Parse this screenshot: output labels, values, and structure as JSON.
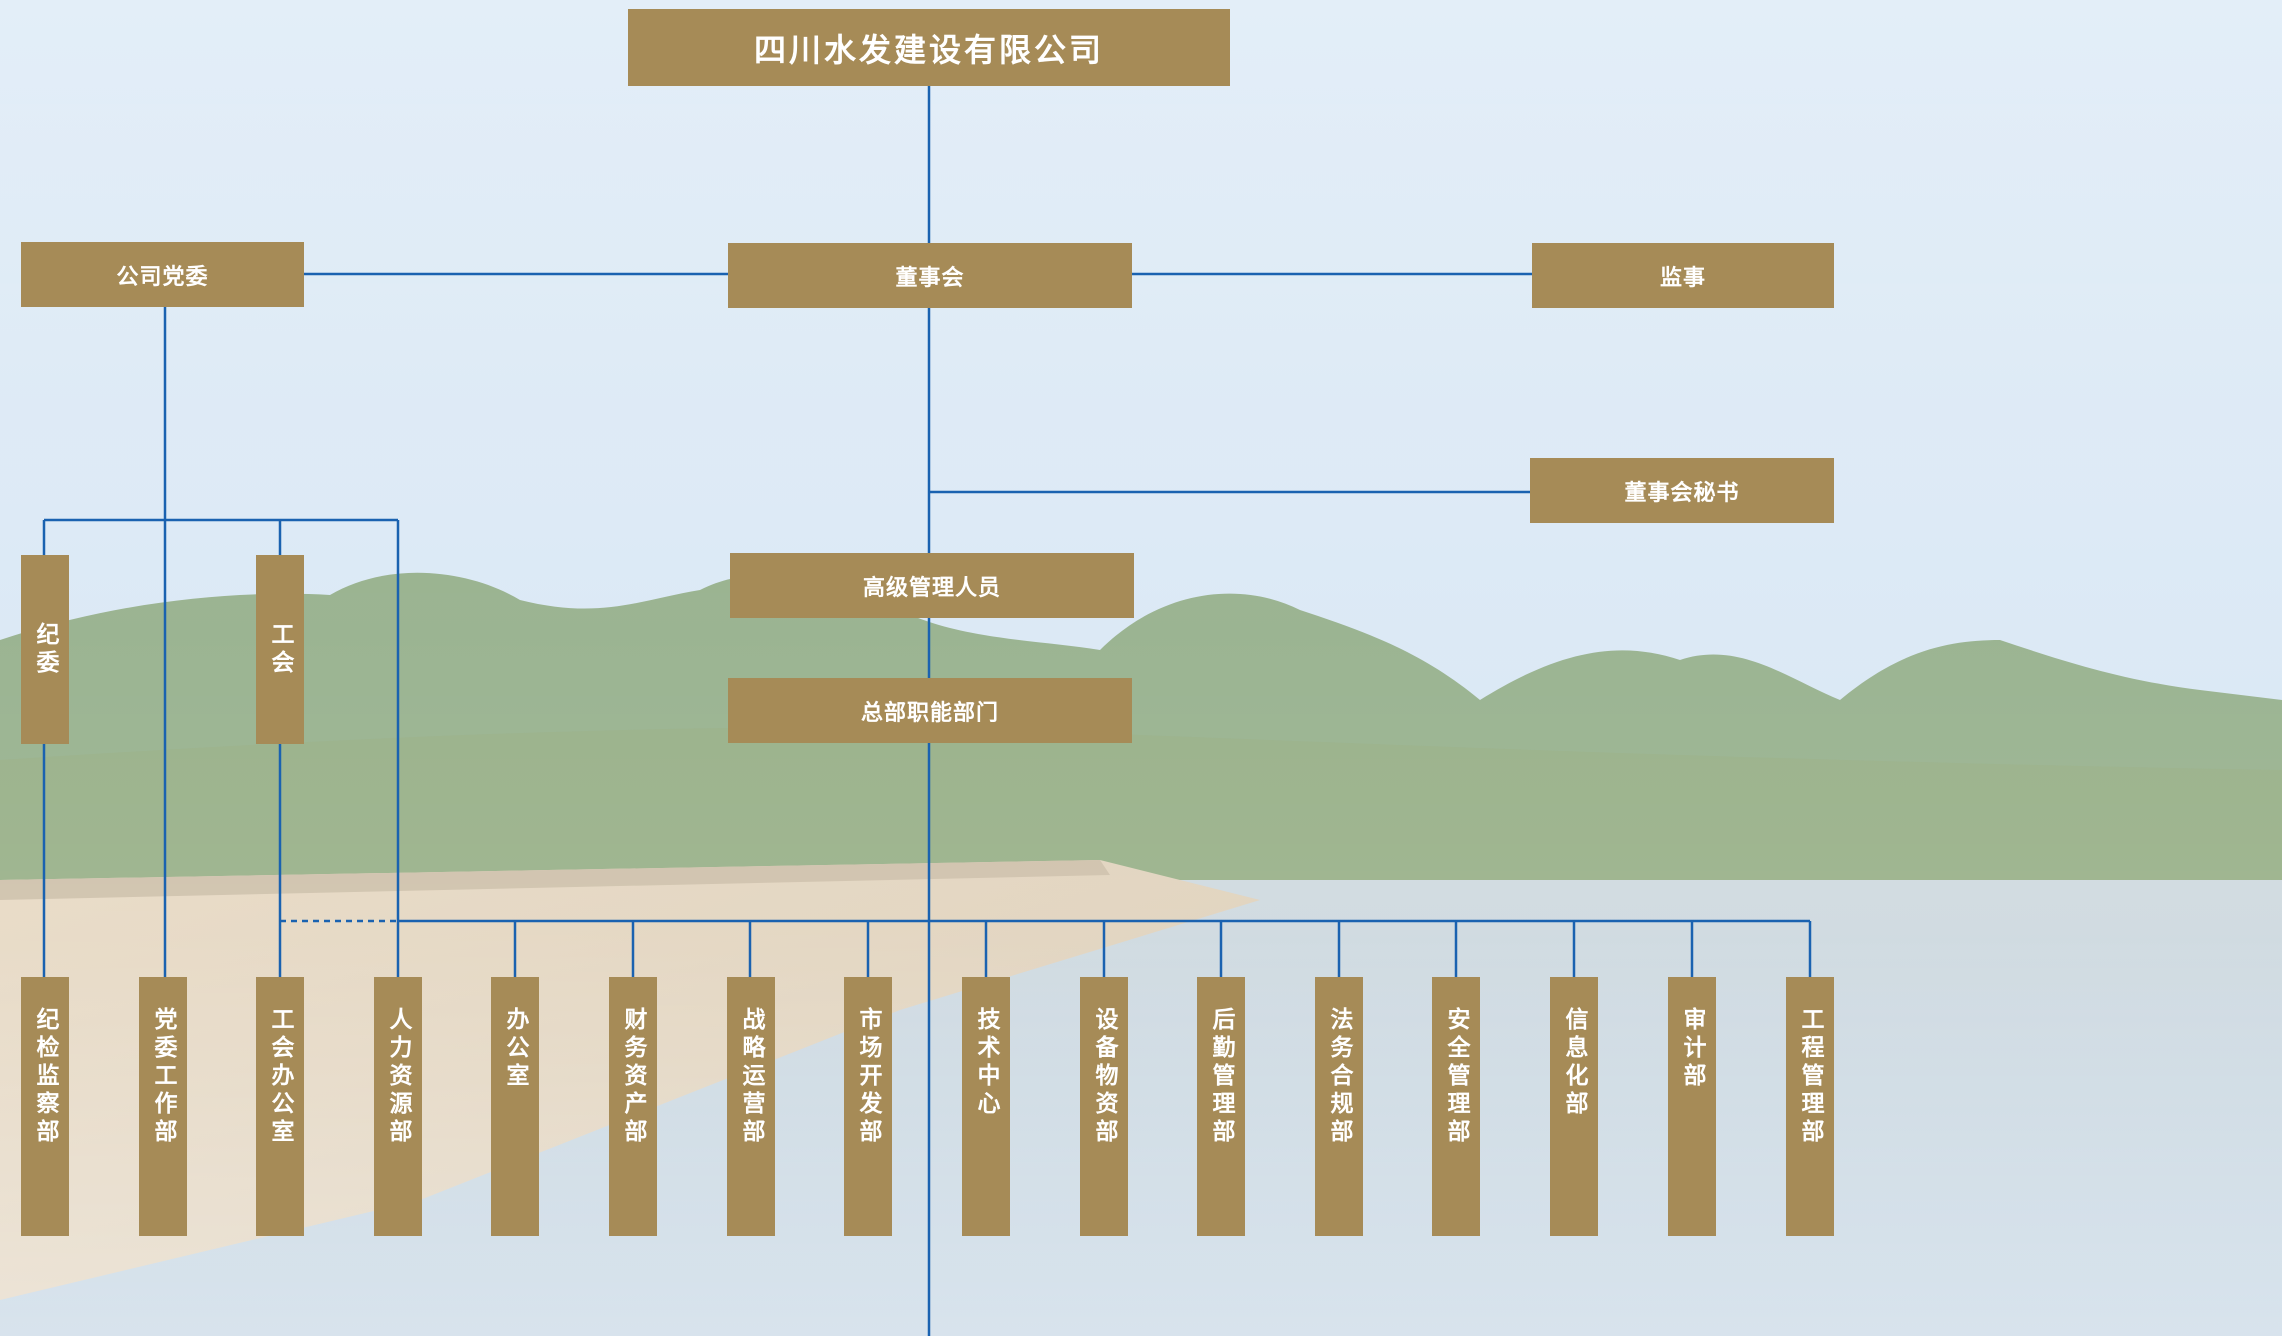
{
  "company": "四川水发建设有限公司",
  "party_committee": "公司党委",
  "board": "董事会",
  "supervisor": "监事",
  "board_secretary": "董事会秘书",
  "senior_management": "高级管理人员",
  "hq_departments": "总部职能部门",
  "discipline_committee": "纪委",
  "labor_union": "工会",
  "departments": [
    "纪检监察部",
    "党委工作部",
    "工会办公室",
    "人力资源部",
    "办公室",
    "财务资产部",
    "战略运营部",
    "市场开发部",
    "技术中心",
    "设备物资部",
    "后勤管理部",
    "法务合规部",
    "安全管理部",
    "信息化部",
    "审计部",
    "工程管理部"
  ],
  "colors": {
    "box": "#a68b57",
    "line": "#1a62b0",
    "text": "#ffffff"
  }
}
